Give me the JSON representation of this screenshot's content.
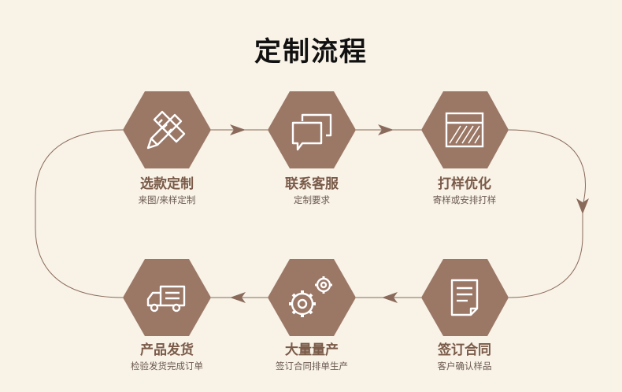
{
  "title": "定制流程",
  "colors": {
    "background": "#f8f2e7",
    "hexagon": "#9b7766",
    "line": "#8a6a5a",
    "title": "#111111",
    "label": "#7a5a48"
  },
  "steps": [
    {
      "title": "选款定制",
      "subtitle": "来图/来样定制",
      "icon": "pencil-ruler-icon"
    },
    {
      "title": "联系客服",
      "subtitle": "定制要求",
      "icon": "chat-bubbles-icon"
    },
    {
      "title": "打样优化",
      "subtitle": "寄样或安排打样",
      "icon": "sample-window-icon"
    },
    {
      "title": "签订合同",
      "subtitle": "客户确认样品",
      "icon": "contract-document-icon"
    },
    {
      "title": "大量量产",
      "subtitle": "签订合同排单生产",
      "icon": "gears-icon"
    },
    {
      "title": "产品发货",
      "subtitle": "检验发货完成订单",
      "icon": "delivery-truck-icon"
    }
  ]
}
